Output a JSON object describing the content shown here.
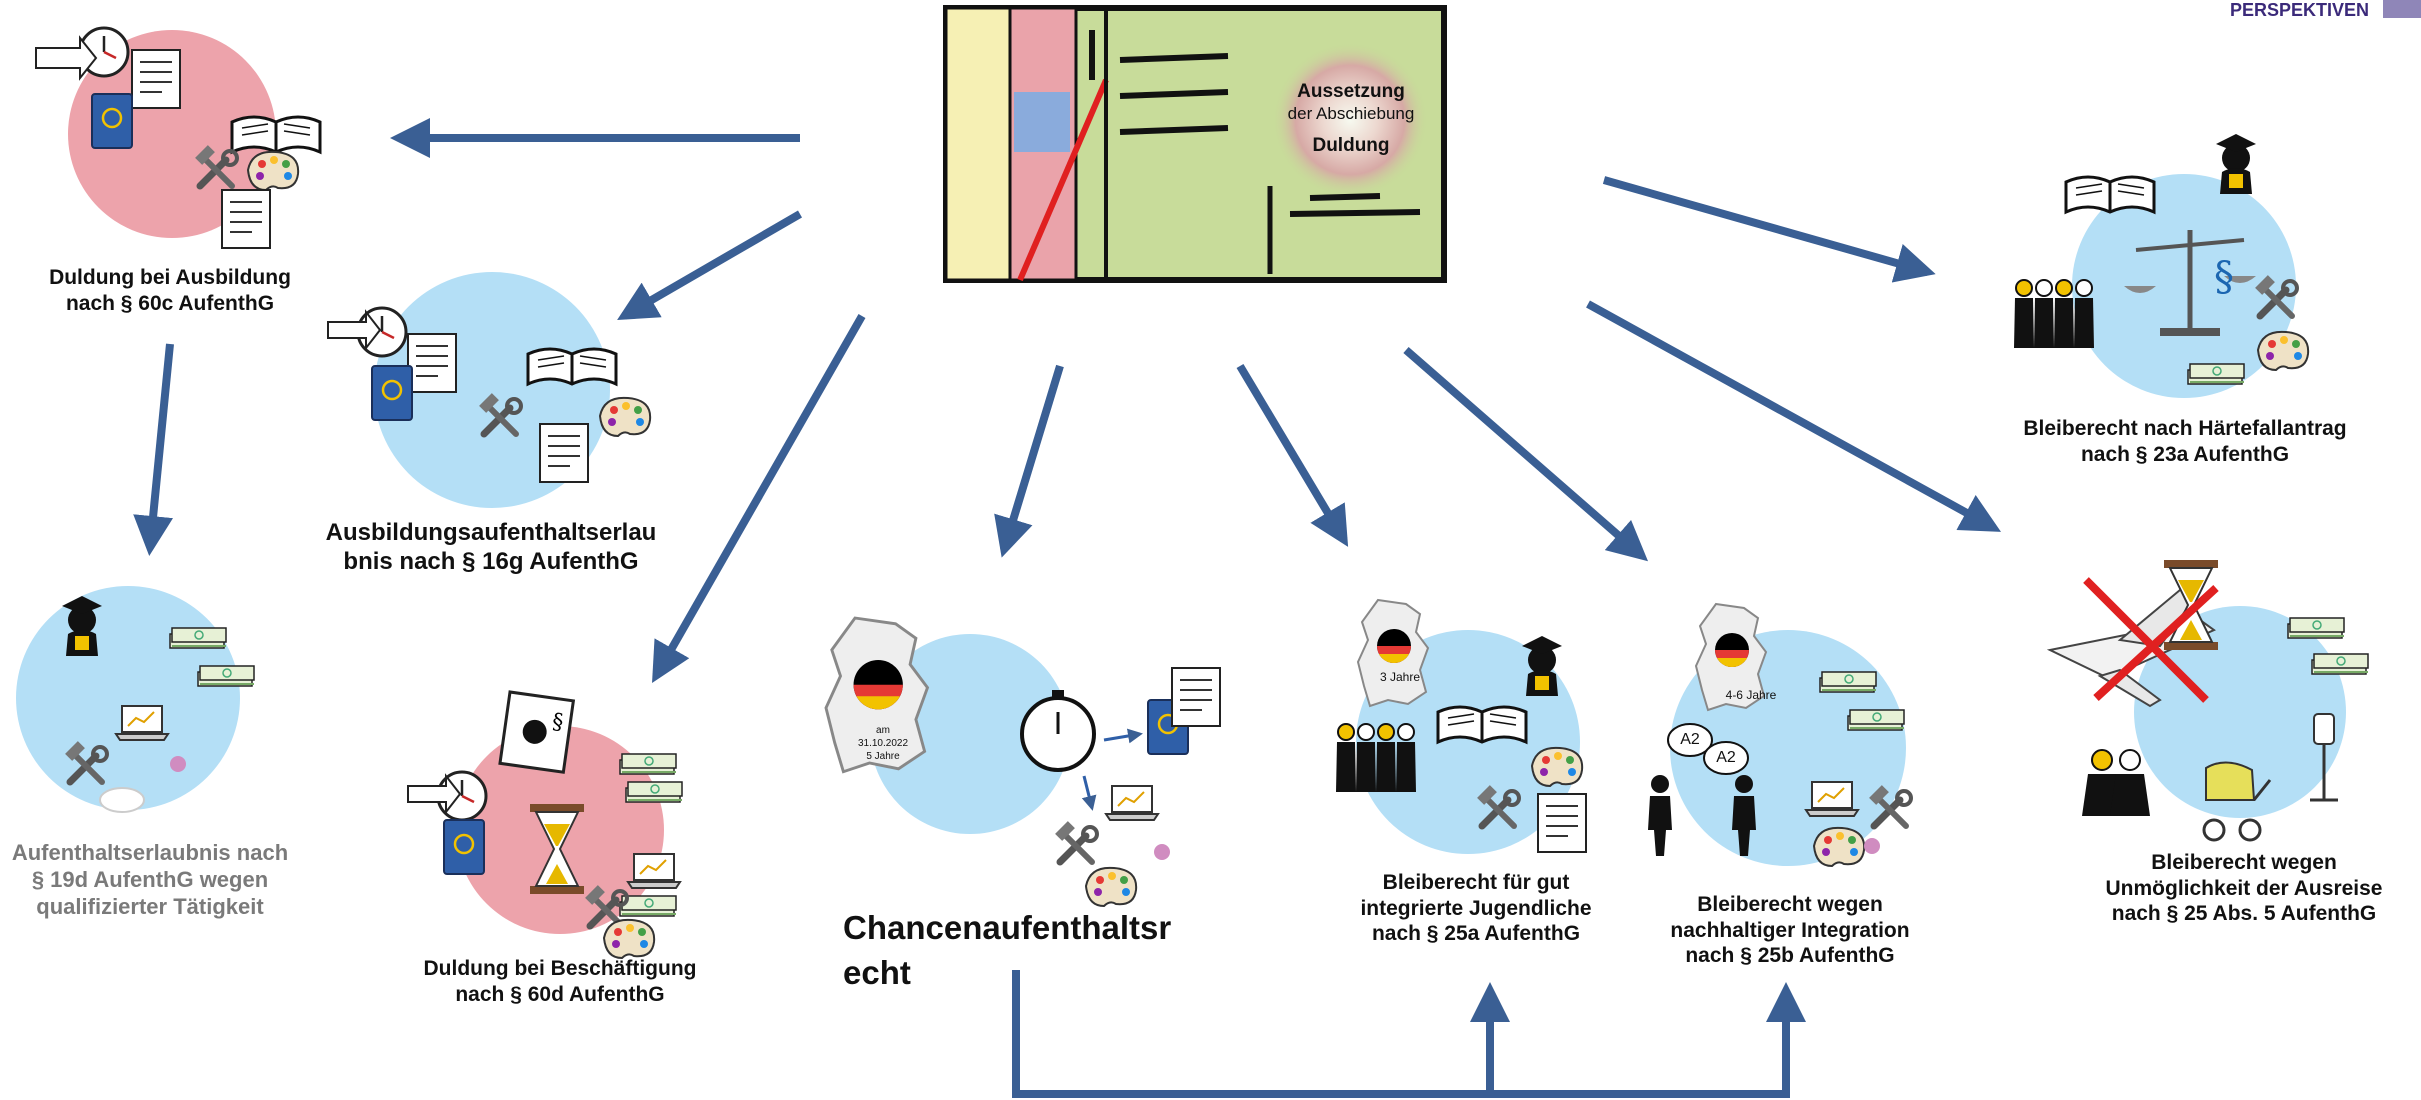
{
  "brand": {
    "text": "PERSPEKTIVEN"
  },
  "center": {
    "line1": "Aussetzung",
    "line2": "der Abschiebung",
    "line3": "Duldung"
  },
  "nodes": {
    "ausbildung": {
      "lines": [
        "Duldung bei Ausbildung",
        "nach § 60c AufenthG"
      ]
    },
    "aufenthaltserlaubnis_ausbildung": {
      "lines": [
        "Ausbildungsaufenthaltserlau",
        "bnis nach § 16g AufenthG"
      ]
    },
    "qualifiziert": {
      "lines": [
        "Aufenthaltserlaubnis nach",
        "§ 19d AufenthG wegen",
        "qualifizierter Tätigkeit"
      ]
    },
    "beschaeftigung": {
      "lines": [
        "Duldung bei Beschäftigung",
        "nach § 60d AufenthG"
      ]
    },
    "chancen": {
      "lines": [
        "Chancenaufenthaltsr",
        "echt"
      ],
      "germany_text": [
        "am",
        "31.10.2022",
        "5 Jahre"
      ]
    },
    "jugendliche": {
      "lines": [
        "Bleiberecht für gut",
        "integrierte Jugendliche",
        "nach § 25a AufenthG"
      ],
      "germany_text": [
        "3 Jahre"
      ]
    },
    "nachhaltig": {
      "lines": [
        "Bleiberecht wegen",
        "nachhaltiger Integration",
        "nach § 25b AufenthG"
      ],
      "germany_text": [
        "4-6 Jahre"
      ],
      "speech": [
        "A2",
        "A2"
      ]
    },
    "haertefall": {
      "lines": [
        "Bleiberecht nach Härtefallantrag",
        "nach § 23a AufenthG"
      ]
    },
    "ausreise": {
      "lines": [
        "Bleiberecht wegen",
        "Unmöglichkeit der Ausreise",
        "nach § 25 Abs. 5 AufenthG"
      ]
    }
  },
  "colors": {
    "arrow": "#3a5f94",
    "blue_circle": "#b4dff6",
    "pink_circle": "#eda3ab",
    "card_green": "#c8dc9a",
    "card_yellow": "#f6f0b4",
    "card_pink": "#eaa3aa",
    "card_blue": "#8aabdc"
  }
}
